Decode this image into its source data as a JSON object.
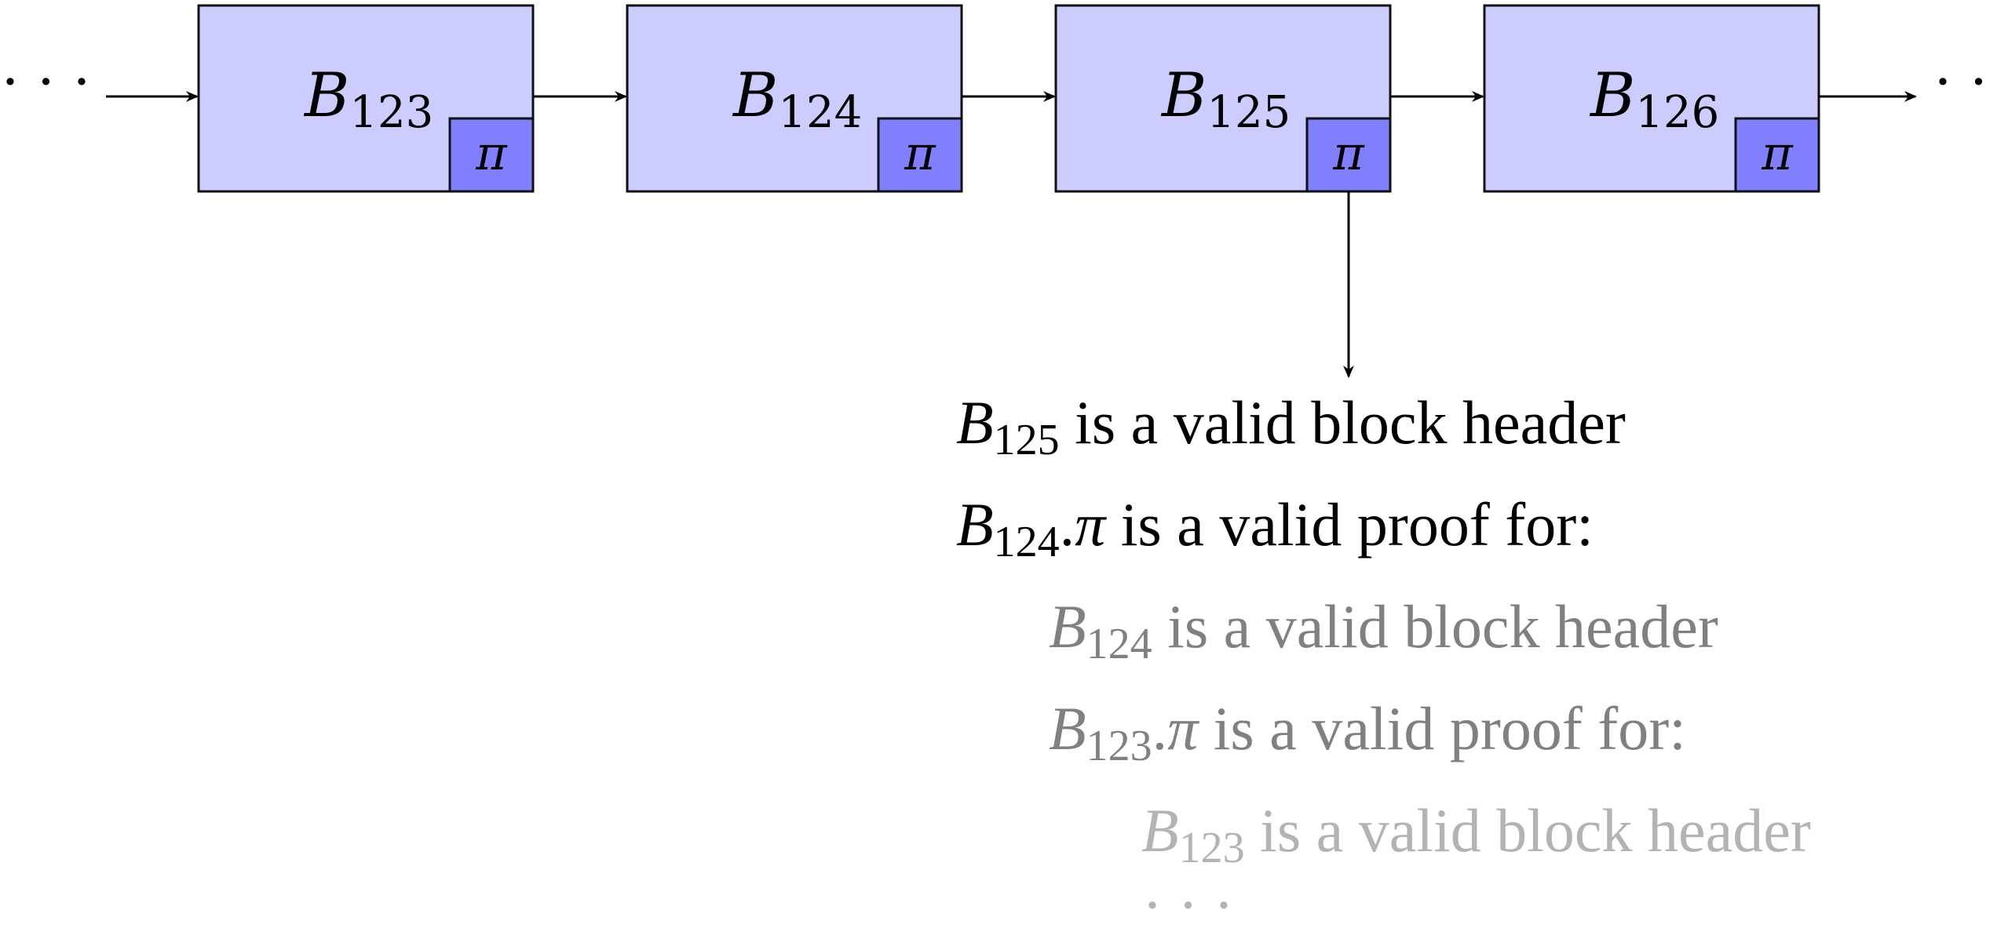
{
  "chain": {
    "leading_ellipsis": "· · ·",
    "trailing_ellipsis": "· · ·",
    "blocks": [
      {
        "base": "B",
        "sub": "123",
        "proof": "π"
      },
      {
        "base": "B",
        "sub": "124",
        "proof": "π"
      },
      {
        "base": "B",
        "sub": "125",
        "proof": "π"
      },
      {
        "base": "B",
        "sub": "126",
        "proof": "π"
      }
    ],
    "expanded_block_index": 2
  },
  "statements": [
    {
      "level": 0,
      "base": "B",
      "sub": "125",
      "suffix": "",
      "text": " is a valid block header",
      "color": "#000000"
    },
    {
      "level": 0,
      "base": "B",
      "sub": "124",
      "suffix": ".π",
      "text": " is a valid proof for:",
      "color": "#000000"
    },
    {
      "level": 1,
      "base": "B",
      "sub": "124",
      "suffix": "",
      "text": " is a valid block header",
      "color": "#808080"
    },
    {
      "level": 1,
      "base": "B",
      "sub": "123",
      "suffix": ".π",
      "text": " is a valid proof for:",
      "color": "#808080"
    },
    {
      "level": 2,
      "base": "B",
      "sub": "123",
      "suffix": "",
      "text": " is a valid block header",
      "color": "#b3b3b3"
    }
  ],
  "statements_trailing_ellipsis": "· · ·",
  "colors": {
    "block_fill": "#ccccff",
    "proof_fill": "#8080ff",
    "stroke": "#111111"
  }
}
